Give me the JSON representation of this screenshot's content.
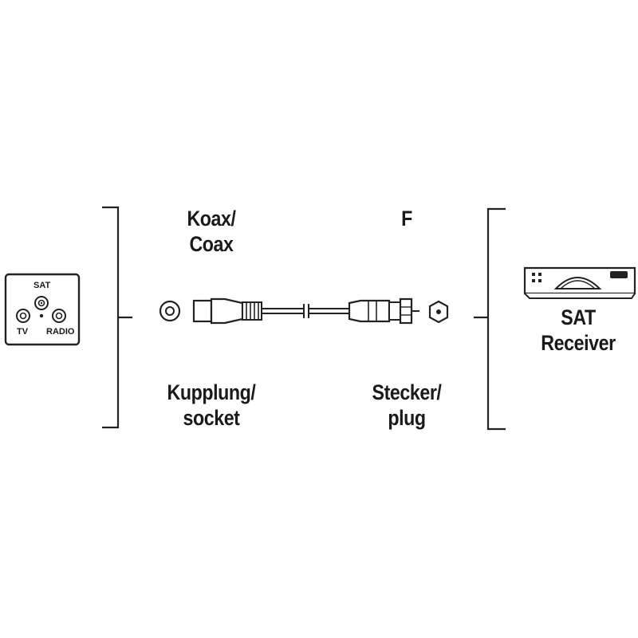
{
  "wall_socket": {
    "sat_label": "SAT",
    "tv_label": "TV",
    "radio_label": "RADIO"
  },
  "labels": {
    "coax_line1": "Koax/",
    "coax_line2": "Coax",
    "f_type": "F",
    "socket_line1": "Kupplung/",
    "socket_line2": "socket",
    "plug_line1": "Stecker/",
    "plug_line2": "plug"
  },
  "receiver": {
    "line1": "SAT",
    "line2": "Receiver"
  }
}
